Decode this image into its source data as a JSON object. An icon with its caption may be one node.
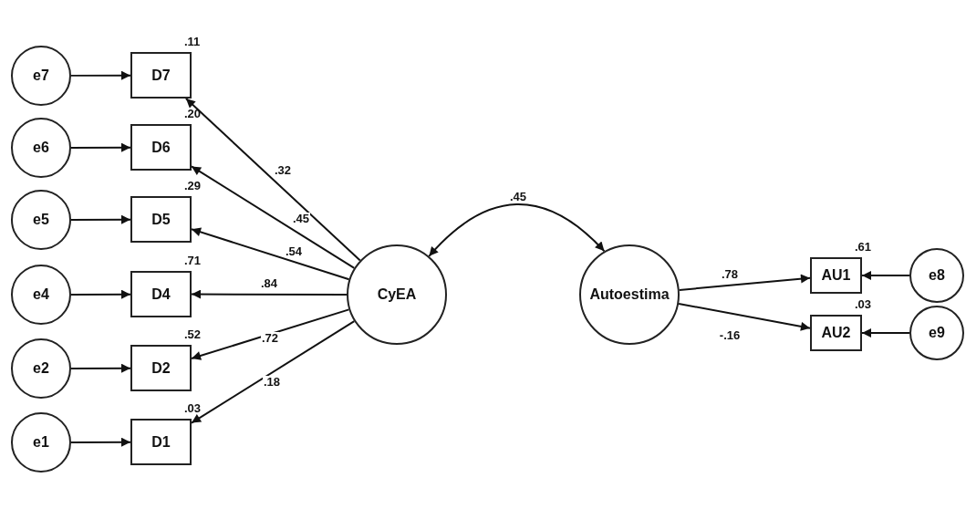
{
  "diagram": {
    "nodes": [
      {
        "text": [
          "e7"
        ]
      },
      {
        "text": [
          "D7"
        ],
        "beside": [
          ".11"
        ]
      },
      {
        "text": [
          "e6"
        ]
      },
      {
        "text": [
          "D6"
        ],
        "beside": [
          ".20"
        ]
      },
      {
        "text": [
          "e5"
        ]
      },
      {
        "text": [
          "D5"
        ],
        "beside": [
          ".29"
        ]
      },
      {
        "text": [
          "e4"
        ]
      },
      {
        "text": [
          "D4"
        ],
        "beside": [
          ".71"
        ]
      },
      {
        "text": [
          "e2"
        ]
      },
      {
        "text": [
          "D2"
        ],
        "beside": [
          ".52"
        ]
      },
      {
        "text": [
          "e1"
        ]
      },
      {
        "text": [
          "D1"
        ],
        "beside": [
          ".03"
        ]
      },
      {
        "text": [
          "CyEA"
        ]
      },
      {
        "text": [
          "Autoestima"
        ]
      },
      {
        "text": [
          "AU1"
        ],
        "beside": [
          ".61"
        ]
      },
      {
        "text": [
          "e8"
        ]
      },
      {
        "text": [
          "AU2"
        ],
        "beside": [
          ".03"
        ]
      },
      {
        "text": [
          "e9"
        ]
      }
    ],
    "edges": [
      {
        "from": 0,
        "to": 1,
        "arrow": "to"
      },
      {
        "from": 2,
        "to": 3,
        "arrow": "to"
      },
      {
        "from": 4,
        "to": 5,
        "arrow": "to"
      },
      {
        "from": 6,
        "to": 7,
        "arrow": "to"
      },
      {
        "from": 8,
        "to": 9,
        "arrow": "to"
      },
      {
        "from": 10,
        "to": 11,
        "arrow": "to"
      },
      {
        "from": 12,
        "to": 1,
        "arrow": "to",
        "label": ".32"
      },
      {
        "from": 12,
        "to": 3,
        "arrow": "to",
        "label": ".45"
      },
      {
        "from": 12,
        "to": 5,
        "arrow": "to",
        "label": ".54"
      },
      {
        "from": 12,
        "to": 7,
        "arrow": "to",
        "label": ".84"
      },
      {
        "from": 12,
        "to": 9,
        "arrow": "to",
        "label": ".72"
      },
      {
        "from": 12,
        "to": 11,
        "arrow": "to",
        "label": ".18"
      },
      {
        "from": 12,
        "to": 13,
        "arrow": "both",
        "label": ".45"
      },
      {
        "from": 13,
        "to": 14,
        "arrow": "to",
        "label": ".78"
      },
      {
        "from": 13,
        "to": 16,
        "arrow": "to",
        "label": "-.16"
      },
      {
        "from": 15,
        "to": 14,
        "arrow": "to"
      },
      {
        "from": 17,
        "to": 16,
        "arrow": "to"
      }
    ]
  }
}
